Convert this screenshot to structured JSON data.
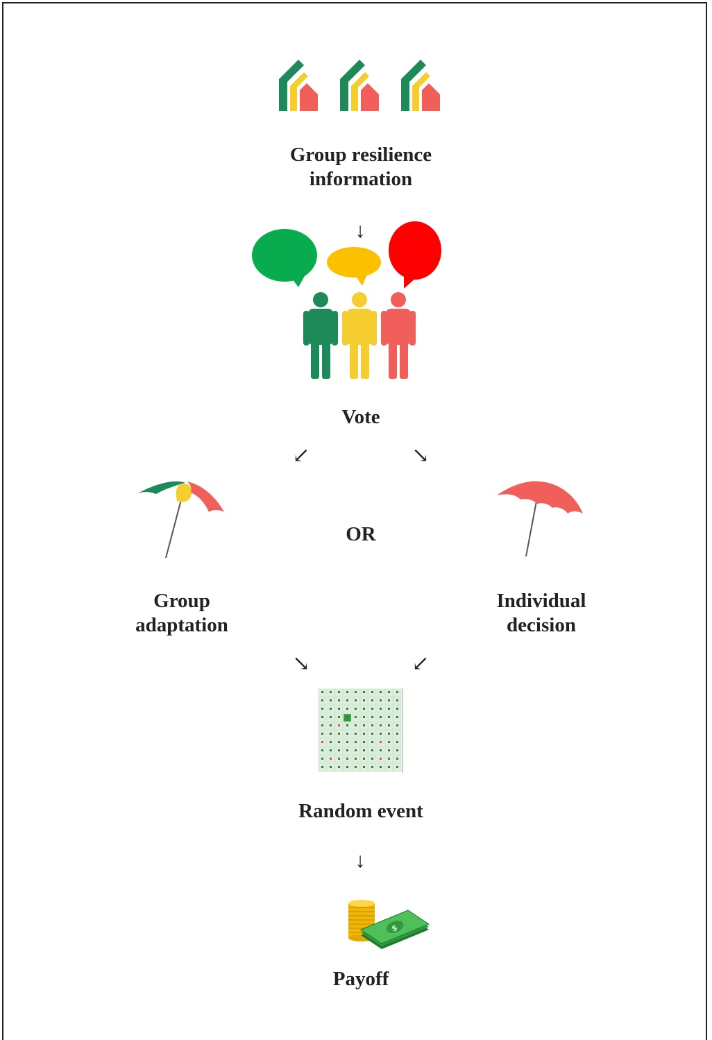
{
  "diagram": {
    "labels": {
      "group_resilience_line1": "Group resilience",
      "group_resilience_line2": "information",
      "vote": "Vote",
      "or": "OR",
      "group_adaptation_line1": "Group",
      "group_adaptation_line2": "adaptation",
      "individual_decision_line1": "Individual",
      "individual_decision_line2": "decision",
      "random_event": "Random event",
      "payoff": "Payoff"
    },
    "arrows": {
      "down": "↓",
      "down_left": "↙",
      "down_right": "↘"
    },
    "colors": {
      "green": "#1e8a5a",
      "yellow": "#f5cd2e",
      "red": "#f15f5a",
      "bubble_green": "#08ac4f",
      "bubble_yellow": "#fbc000",
      "bubble_red": "#fe0000"
    },
    "icons": [
      "house-icon",
      "speech-bubble-icon",
      "person-icon",
      "umbrella-icon",
      "grid-map-icon",
      "coins-icon",
      "banknotes-icon"
    ]
  }
}
